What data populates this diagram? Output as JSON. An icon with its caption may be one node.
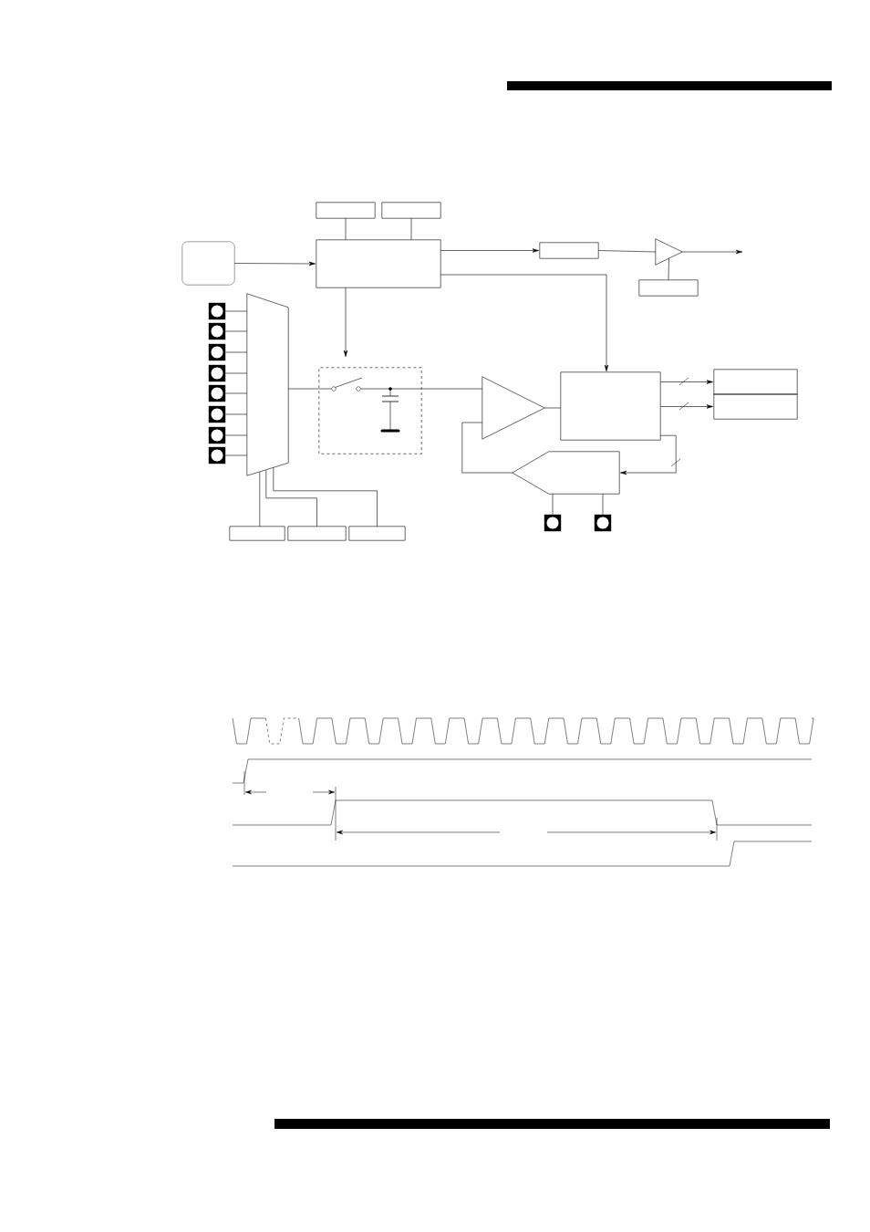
{
  "diagram": {
    "nodes": [
      {
        "text": [],
        "shape": "box"
      },
      {
        "text": [],
        "shape": "box"
      },
      {
        "text": [],
        "shape": "box"
      },
      {
        "text": [],
        "shape": "box"
      },
      {
        "text": [],
        "shape": "box"
      },
      {
        "text": [],
        "shape": "triangle"
      },
      {
        "text": [],
        "shape": "box"
      },
      {
        "text": [],
        "shape": "trapezoid"
      },
      {
        "text": [],
        "shape": "terminal"
      },
      {
        "text": [],
        "shape": "terminal"
      },
      {
        "text": [],
        "shape": "terminal"
      },
      {
        "text": [],
        "shape": "terminal"
      },
      {
        "text": [],
        "shape": "terminal"
      },
      {
        "text": [],
        "shape": "terminal"
      },
      {
        "text": [],
        "shape": "terminal"
      },
      {
        "text": [],
        "shape": "terminal"
      },
      {
        "text": [],
        "shape": "box"
      },
      {
        "text": [],
        "shape": "triangle"
      },
      {
        "text": [],
        "shape": "box"
      },
      {
        "text": [],
        "shape": "box"
      },
      {
        "text": [],
        "shape": "box"
      },
      {
        "text": [],
        "shape": "pentagon"
      },
      {
        "text": [],
        "shape": "terminal"
      },
      {
        "text": [],
        "shape": "terminal"
      },
      {
        "text": [],
        "shape": "box"
      },
      {
        "text": [],
        "shape": "box"
      },
      {
        "text": [],
        "shape": "box"
      }
    ],
    "edges": [
      {
        "from": 0,
        "to": 3,
        "arrow": "to"
      },
      {
        "from": 1,
        "to": 3,
        "arrow": "none"
      },
      {
        "from": 2,
        "to": 3,
        "arrow": "none"
      },
      {
        "from": 3,
        "to": 4,
        "arrow": "to"
      },
      {
        "from": 4,
        "to": 5,
        "arrow": "none"
      },
      {
        "from": 5,
        "to": null,
        "arrow": "to"
      },
      {
        "from": 6,
        "to": 5,
        "arrow": "none"
      },
      {
        "from": 3,
        "to": 18,
        "arrow": "to"
      },
      {
        "from": 3,
        "to": 16,
        "arrow": "to"
      },
      {
        "from": 8,
        "to": 7,
        "arrow": "none"
      },
      {
        "from": 9,
        "to": 7,
        "arrow": "none"
      },
      {
        "from": 10,
        "to": 7,
        "arrow": "none"
      },
      {
        "from": 11,
        "to": 7,
        "arrow": "none"
      },
      {
        "from": 12,
        "to": 7,
        "arrow": "none"
      },
      {
        "from": 13,
        "to": 7,
        "arrow": "none"
      },
      {
        "from": 14,
        "to": 7,
        "arrow": "none"
      },
      {
        "from": 15,
        "to": 7,
        "arrow": "none"
      },
      {
        "from": 7,
        "to": 16,
        "arrow": "none"
      },
      {
        "from": 16,
        "to": 17,
        "arrow": "none"
      },
      {
        "from": 17,
        "to": 18,
        "arrow": "none"
      },
      {
        "from": 18,
        "to": 19,
        "arrow": "to"
      },
      {
        "from": 18,
        "to": 20,
        "arrow": "to"
      },
      {
        "from": 18,
        "to": 21,
        "arrow": "to"
      },
      {
        "from": 21,
        "to": 17,
        "arrow": "none"
      },
      {
        "from": 22,
        "to": 21,
        "arrow": "none"
      },
      {
        "from": 23,
        "to": 21,
        "arrow": "none"
      },
      {
        "from": 7,
        "to": 24,
        "arrow": "none"
      },
      {
        "from": 7,
        "to": 25,
        "arrow": "none"
      },
      {
        "from": 7,
        "to": 26,
        "arrow": "none"
      }
    ]
  }
}
